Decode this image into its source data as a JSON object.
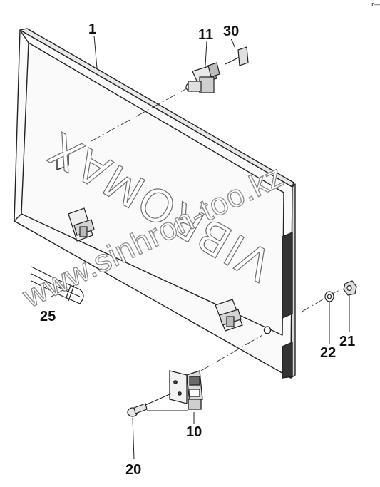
{
  "diagram": {
    "brand_text": "VIBROMAX",
    "watermark": "www.sinhron-too.kz",
    "corner_mark": "r—",
    "callouts": {
      "panel": "1",
      "hinge": "10",
      "latch": "11",
      "screw": "20",
      "nut": "21",
      "washer": "22",
      "seal_strip": "25",
      "key": "30"
    }
  }
}
